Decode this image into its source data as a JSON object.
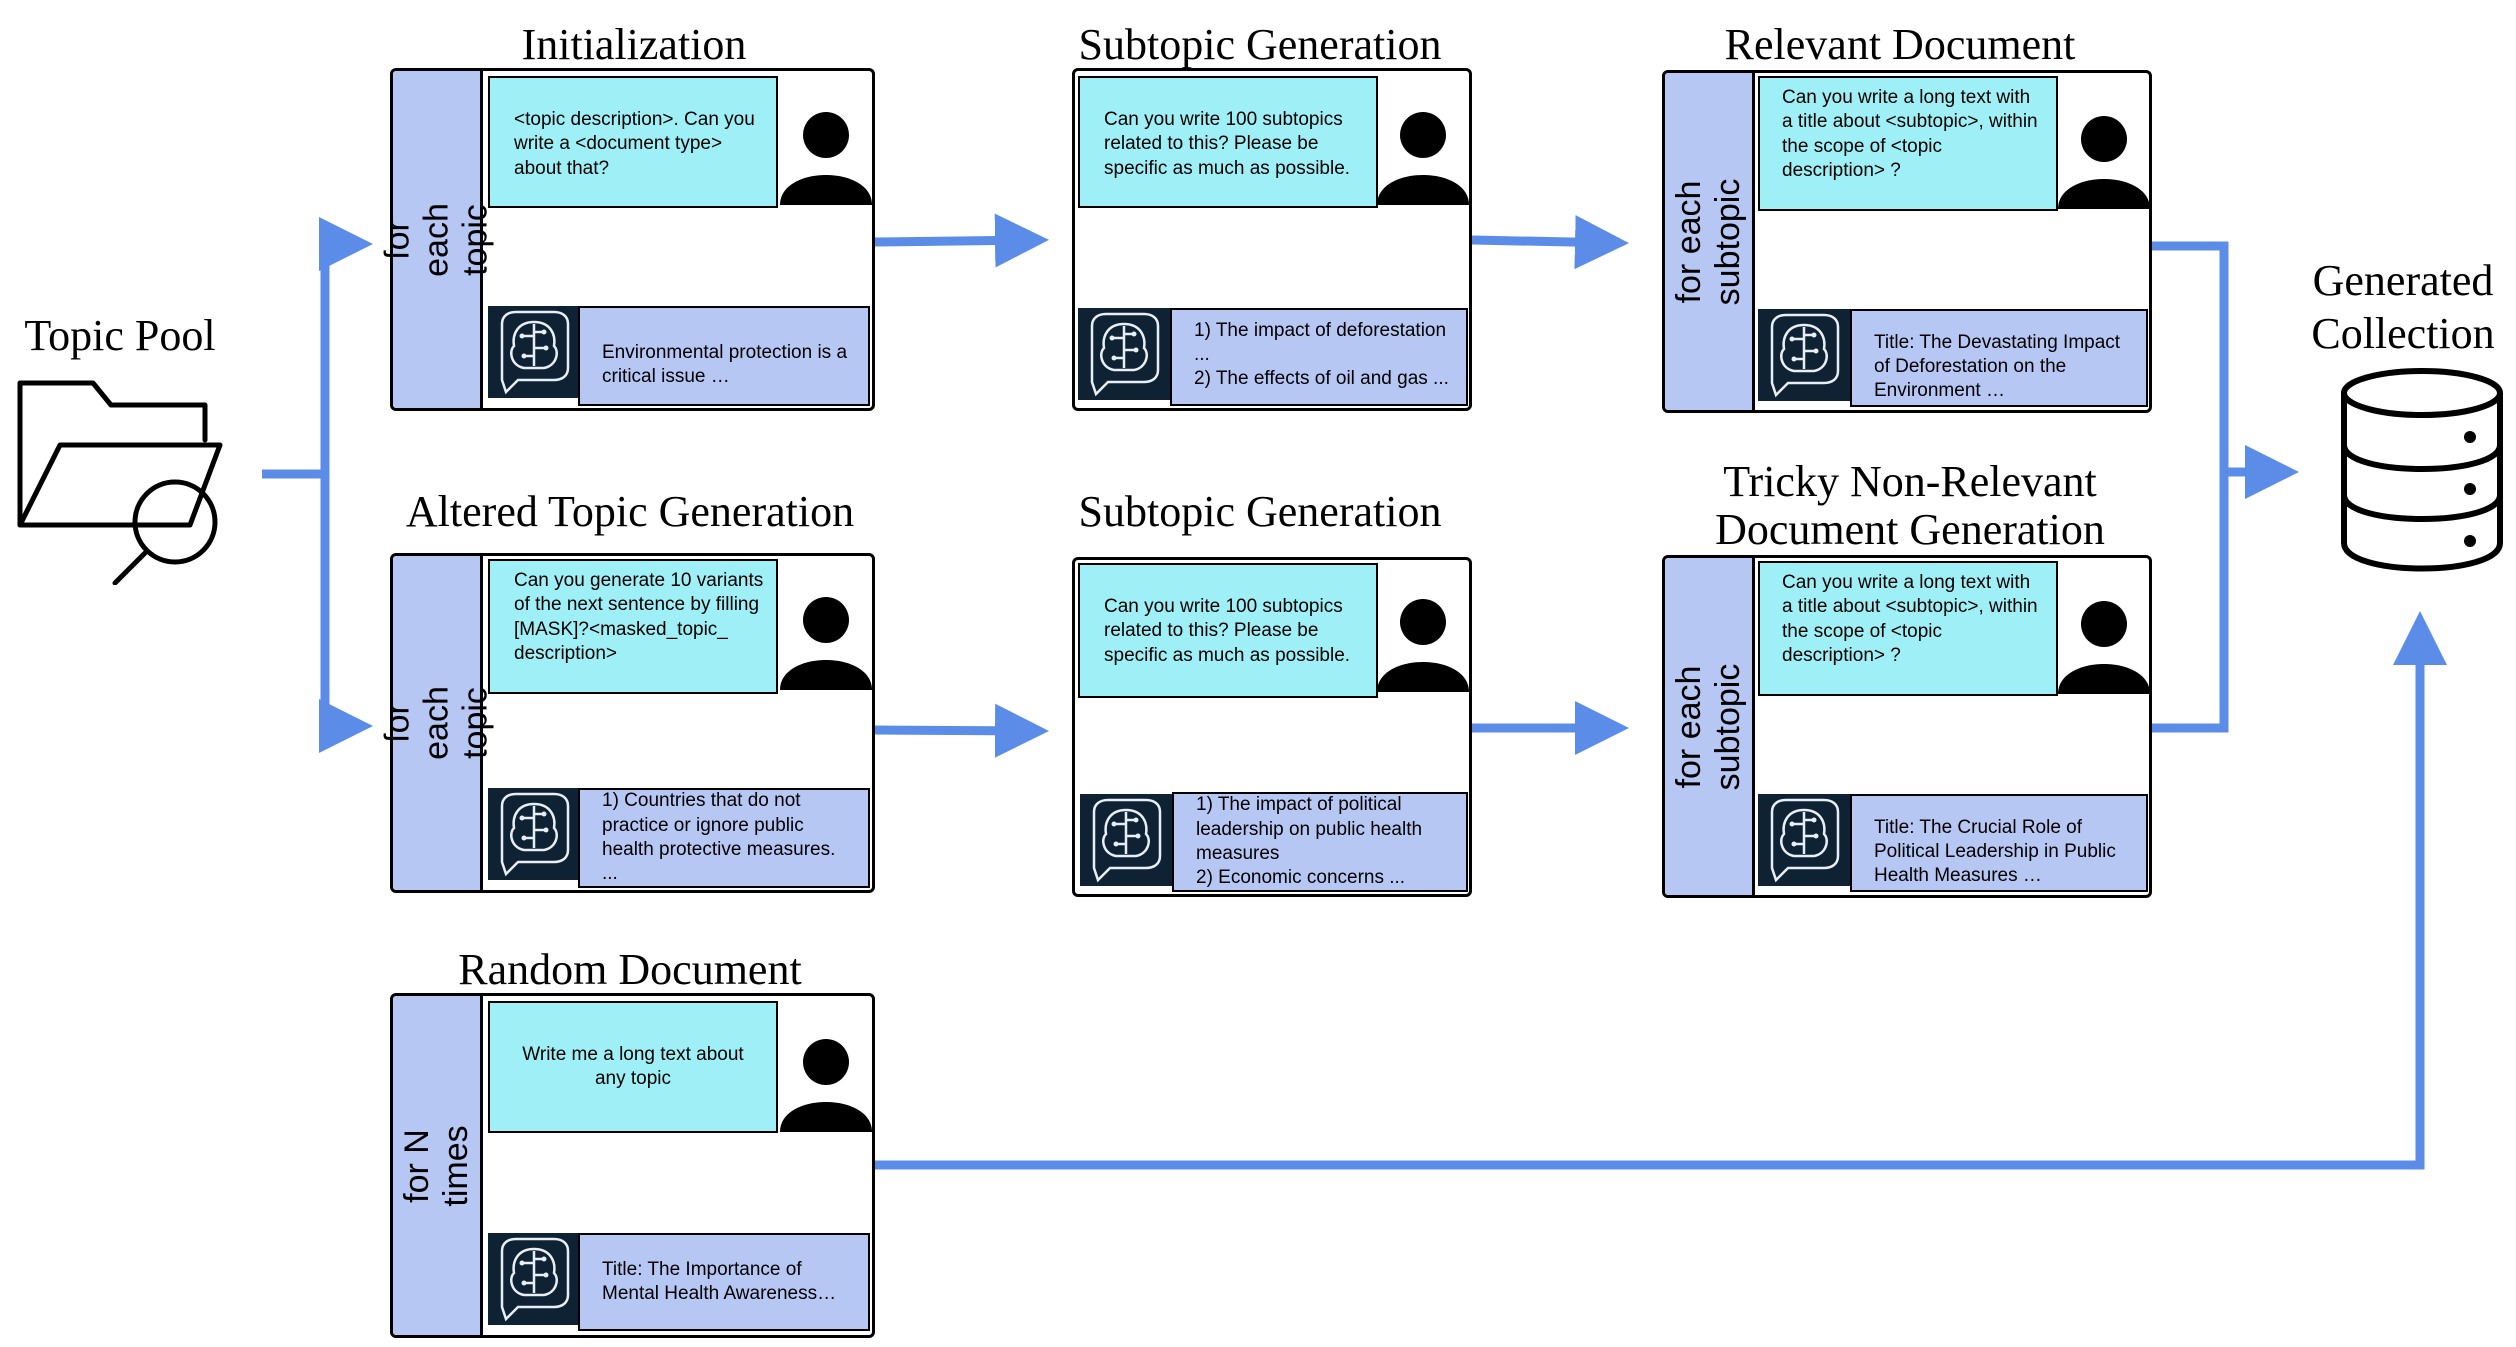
{
  "topic_pool": {
    "label": "Topic Pool",
    "icon": "folder-search-icon"
  },
  "generated_collection": {
    "label": "Generated Collection",
    "icon": "database-icon"
  },
  "panels": {
    "initialization": {
      "title": "Initialization",
      "loop": "for each topic",
      "prompt": "<topic description>. Can you write a <document type> about that?",
      "response": "Environmental protection is a critical issue …"
    },
    "subtopic_1": {
      "title": "Subtopic Generation",
      "loop": "",
      "prompt": "Can you write 100 subtopics related to this? Please be specific as much as possible.",
      "response": "1) The impact of deforestation ...\n2) The effects of oil and gas ..."
    },
    "relevant_document": {
      "title": "Relevant Document",
      "loop": "for each\nsubtopic",
      "prompt": "Can you write a long text with a title about <subtopic>, within the scope of <topic description> ?",
      "response": "Title: The Devastating Impact of Deforestation on the Environment …"
    },
    "altered_topic": {
      "title": "Altered Topic Generation",
      "loop": "for each topic",
      "prompt": "Can you generate 10 variants of the next sentence by filling [MASK]?<masked_topic_ description>",
      "response": "1) Countries that do not practice or ignore public health protective measures. ..."
    },
    "subtopic_2": {
      "title": "Subtopic Generation",
      "loop": "",
      "prompt": "Can you write 100 subtopics related to this? Please be specific as much as possible.",
      "response": "1) The impact of political leadership on public health measures\n2) Economic concerns ..."
    },
    "tricky_non_relevant": {
      "title": "Tricky Non-Relevant Document Generation",
      "loop": "for each\nsubtopic",
      "prompt": "Can you write a long text with a title about <subtopic>, within the scope of <topic description> ?",
      "response": "Title: The Crucial Role of Political Leadership in Public Health Measures …"
    },
    "random_document": {
      "title": "Random Document",
      "loop": "for N times",
      "prompt": "Write me a long text about any topic",
      "response": "Title: The Importance of Mental Health Awareness…"
    }
  },
  "colors": {
    "arrow": "#5b8de8",
    "prompt_bg": "#9ef0f6",
    "response_bg": "#b7c7f4",
    "loop_bar": "#b7c7f4"
  },
  "icons": {
    "user": "person-icon",
    "assistant": "ai-brain-icon"
  }
}
